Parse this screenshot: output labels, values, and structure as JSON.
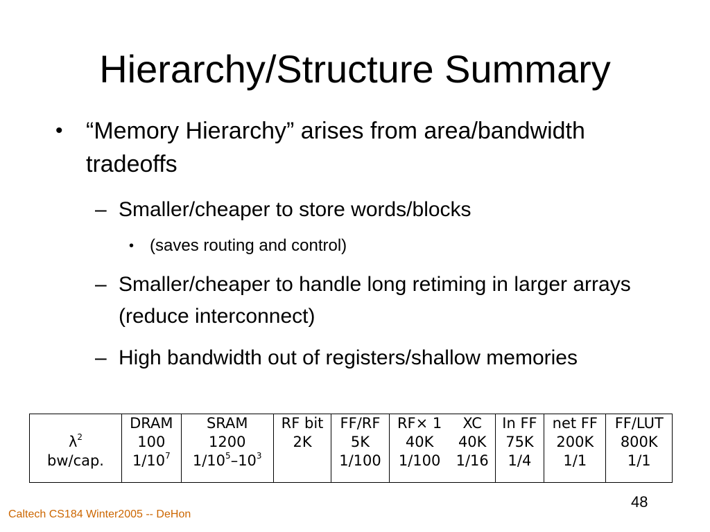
{
  "slide": {
    "title": "Hierarchy/Structure Summary",
    "bullets": {
      "b1_mark": "•",
      "b1_text": "“Memory Hierarchy” arises from area/bandwidth tradeoffs",
      "s1_mark": "–",
      "s1_text": "Smaller/cheaper to store words/blocks",
      "s2_mark": "•",
      "s2_text": "(saves routing and control)",
      "s3_mark": "–",
      "s3_text": "Smaller/cheaper to handle long retiming in larger arrays (reduce interconnect)",
      "s4_mark": "–",
      "s4_text": "High bandwidth out of registers/shallow memories"
    },
    "table": {
      "row_labels": {
        "lambda": "λ",
        "lambda_sup": "2",
        "bw": "bw/cap."
      },
      "dram": {
        "head": "DRAM",
        "area": "100",
        "bw_base": "1/10",
        "bw_sup": "7"
      },
      "sram": {
        "head": "SRAM",
        "area": "1200",
        "bw_base": "1/10",
        "bw_sup1": "5",
        "bw_mid": "–10",
        "bw_sup2": "3"
      },
      "rfbit": {
        "head": "RF bit",
        "area": "2K",
        "bw": ""
      },
      "ffrf": {
        "head": "FF/RF",
        "area": "5K",
        "bw": "1/100"
      },
      "rfx1": {
        "head": "RF× 1",
        "area": "40K",
        "bw": "1/100"
      },
      "xc": {
        "head": "XC",
        "area": "40K",
        "bw": "1/16"
      },
      "inff": {
        "head": "In FF",
        "area": "75K",
        "bw": "1/4"
      },
      "netff": {
        "head": "net FF",
        "area": "200K",
        "bw": "1/1"
      },
      "fflut": {
        "head": "FF/LUT",
        "area": "800K",
        "bw": "1/1"
      }
    },
    "footer": "Caltech CS184 Winter2005 -- DeHon",
    "page_number": "48",
    "colors": {
      "footer": "#cc6600",
      "text": "#000000",
      "background": "#ffffff"
    }
  }
}
